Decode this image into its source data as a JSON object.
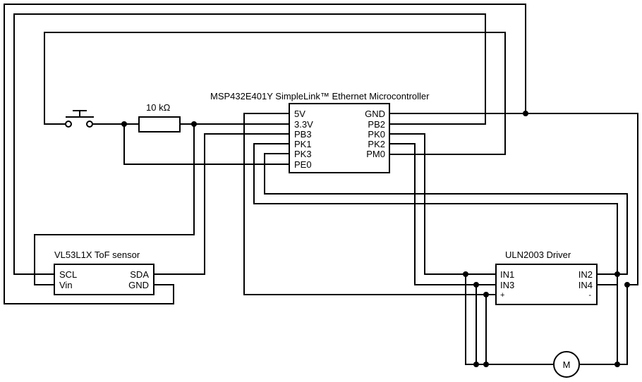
{
  "mcu": {
    "title": "MSP432E401Y SimpleLink™ Ethernet Microcontroller",
    "left_pins": [
      "5V",
      "3.3V",
      "PB3",
      "PK1",
      "PK3",
      "PE0"
    ],
    "right_pins": [
      "GND",
      "PB2",
      "PK0",
      "PK2",
      "PM0"
    ]
  },
  "sensor": {
    "title": "VL53L1X ToF sensor",
    "left_pins": [
      "SCL",
      "Vin"
    ],
    "right_pins": [
      "SDA",
      "GND"
    ]
  },
  "driver": {
    "title": "ULN2003 Driver",
    "left_pins": [
      "IN1",
      "IN3",
      "+"
    ],
    "right_pins": [
      "IN2",
      "IN4",
      "-"
    ]
  },
  "resistor": {
    "label": "10 kΩ"
  },
  "motor": {
    "label": "M"
  }
}
